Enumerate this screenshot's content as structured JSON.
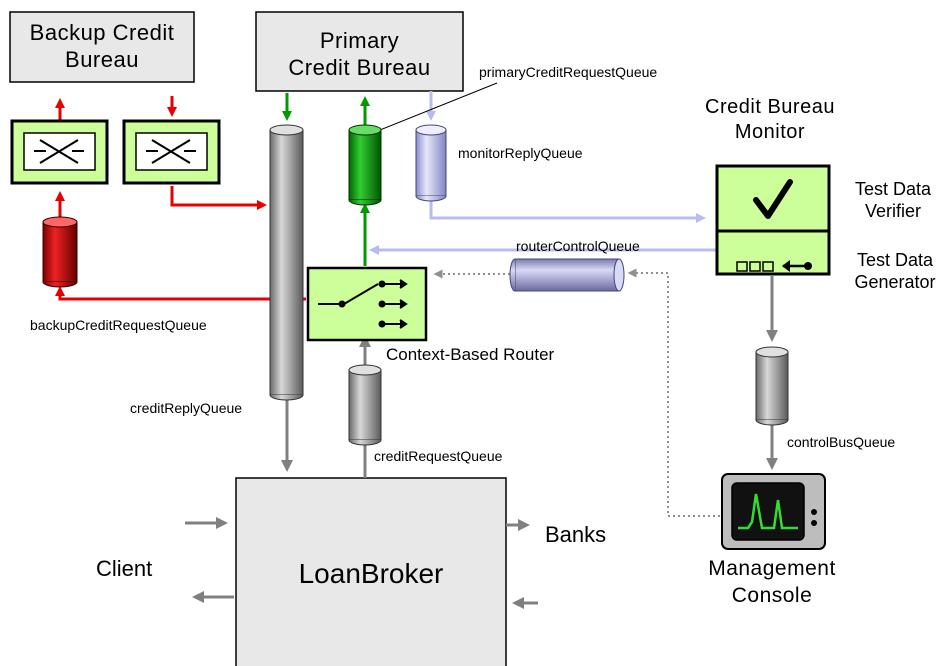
{
  "boxes": {
    "backup_bureau": [
      "Backup Credit",
      "Bureau"
    ],
    "primary_bureau": [
      "Primary",
      "Credit Bureau"
    ],
    "loan_broker": "LoanBroker",
    "monitor_title": [
      "Credit Bureau",
      "Monitor"
    ],
    "test_data_verifier": [
      "Test Data",
      "Verifier"
    ],
    "test_data_generator": [
      "Test Data",
      "Generator"
    ],
    "management_console": [
      "Management",
      "Console"
    ]
  },
  "queues": {
    "primary_request": "primaryCreditRequestQueue",
    "monitor_reply": "monitorReplyQueue",
    "router_control": "routerControlQueue",
    "backup_request": "backupCreditRequestQueue",
    "credit_reply": "creditReplyQueue",
    "credit_request": "creditRequestQueue",
    "control_bus": "controlBusQueue"
  },
  "labels": {
    "context_router": "Context-Based Router",
    "client": "Client",
    "banks": "Banks"
  },
  "icons": {
    "verifier": "checkmark-icon",
    "generator": "squares-arrow-icon",
    "router": "switch-icon",
    "translator": "crossed-arrows-icon",
    "console": "monitor-waveform-icon"
  },
  "colors": {
    "red": "#e60000",
    "green": "#009900",
    "lavender": "#b8bbee",
    "gray_arrow": "#808080",
    "component_fill": "#ccff99",
    "box_fill": "#e8e8e8"
  }
}
